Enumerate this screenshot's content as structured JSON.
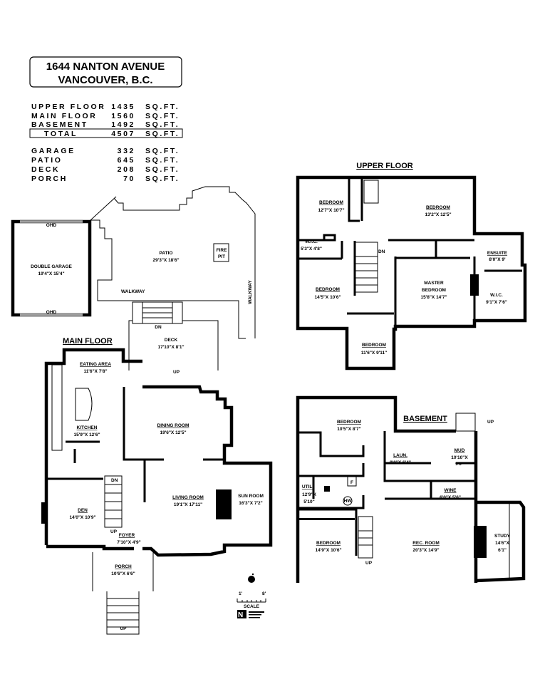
{
  "title": {
    "line1": "1644 NANTON AVENUE",
    "line2": "VANCOUVER, B.C."
  },
  "areas": [
    {
      "label": "UPPER FLOOR",
      "value": "1435",
      "unit": "SQ.FT."
    },
    {
      "label": "MAIN FLOOR",
      "value": "1560",
      "unit": "SQ.FT."
    },
    {
      "label": "BASEMENT",
      "value": "1492",
      "unit": "SQ.FT."
    },
    {
      "label": "TOTAL",
      "value": "4507",
      "unit": "SQ.FT."
    },
    {
      "label": "GARAGE",
      "value": "332",
      "unit": "SQ.FT."
    },
    {
      "label": "PATIO",
      "value": "645",
      "unit": "SQ.FT."
    },
    {
      "label": "DECK",
      "value": "208",
      "unit": "SQ.FT."
    },
    {
      "label": "PORCH",
      "value": "70",
      "unit": "SQ.FT."
    }
  ],
  "exterior": {
    "garage": {
      "name": "DOUBLE GARAGE",
      "dim": "19'4\"X 15'4\"",
      "door": "OHD"
    },
    "patio": {
      "name": "PATIO",
      "dim": "29'3\"X 18'6\"",
      "fire_pit_1": "FIRE",
      "fire_pit_2": "PIT"
    },
    "walkway": "WALKWAY",
    "deck": {
      "name": "DECK",
      "dim": "17'10\"X 8'1\""
    }
  },
  "main_floor": {
    "title": "MAIN FLOOR",
    "rooms": [
      {
        "name": "EATING AREA",
        "dim": "11'6\"X 7'8\""
      },
      {
        "name": "KITCHEN",
        "dim": "15'9\"X 12'6\""
      },
      {
        "name": "DINING ROOM",
        "dim": "19'6\"X 12'5\""
      },
      {
        "name": "LIVING ROOM",
        "dim": "19'1\"X 17'11\""
      },
      {
        "name": "SUN ROOM",
        "dim": "16'3\"X 7'2\""
      },
      {
        "name": "DEN",
        "dim": "14'0\"X 10'9\""
      },
      {
        "name": "FOYER",
        "dim": "7'10\"X 4'9\""
      },
      {
        "name": "PORCH",
        "dim": "10'6\"X 6'6\""
      }
    ]
  },
  "upper_floor": {
    "title": "UPPER FLOOR",
    "rooms": [
      {
        "name": "BEDROOM",
        "dim": "12'7\"X 10'7\""
      },
      {
        "name": "BEDROOM",
        "dim": "13'2\"X 12'5\""
      },
      {
        "name": "W.I.C.",
        "dim": "5'3\"X 4'8\""
      },
      {
        "name": "BEDROOM",
        "dim": "14'5\"X 10'6\""
      },
      {
        "name": "MASTER",
        "name2": "BEDROOM",
        "dim": "15'8\"X 14'7\""
      },
      {
        "name": "W.I.C.",
        "dim": "9'1\"X 7'6\""
      },
      {
        "name": "ENSUITE",
        "dim": "8'0\"X 9'"
      },
      {
        "name": "BEDROOM",
        "dim": "11'6\"X 9'11\""
      }
    ]
  },
  "basement": {
    "title": "BASEMENT",
    "rooms": [
      {
        "name": "BEDROOM",
        "dim": "10'5\"X 8'7\""
      },
      {
        "name": "LAUN.",
        "dim": "9'0\"X 6'4\""
      },
      {
        "name": "MUD",
        "dim1": "10'10\"X",
        "dim2": "9'0\""
      },
      {
        "name": "UTIL.",
        "dim1": "12'9\"X",
        "dim2": "5'10\""
      },
      {
        "name": "WINE",
        "dim": "6'0\"X 5'6\""
      },
      {
        "name": "BEDROOM",
        "dim": "14'9\"X 10'6\""
      },
      {
        "name": "REC. ROOM",
        "dim": "20'3\"X 14'9\""
      },
      {
        "name": "STUDY",
        "dim1": "14'6\"X",
        "dim2": "6'1\""
      }
    ],
    "furnace": "F",
    "hot_water": "HW"
  },
  "stairs": {
    "up": "UP",
    "down": "DN"
  },
  "scale": {
    "label": "SCALE",
    "start": "1'",
    "end": "8'"
  }
}
